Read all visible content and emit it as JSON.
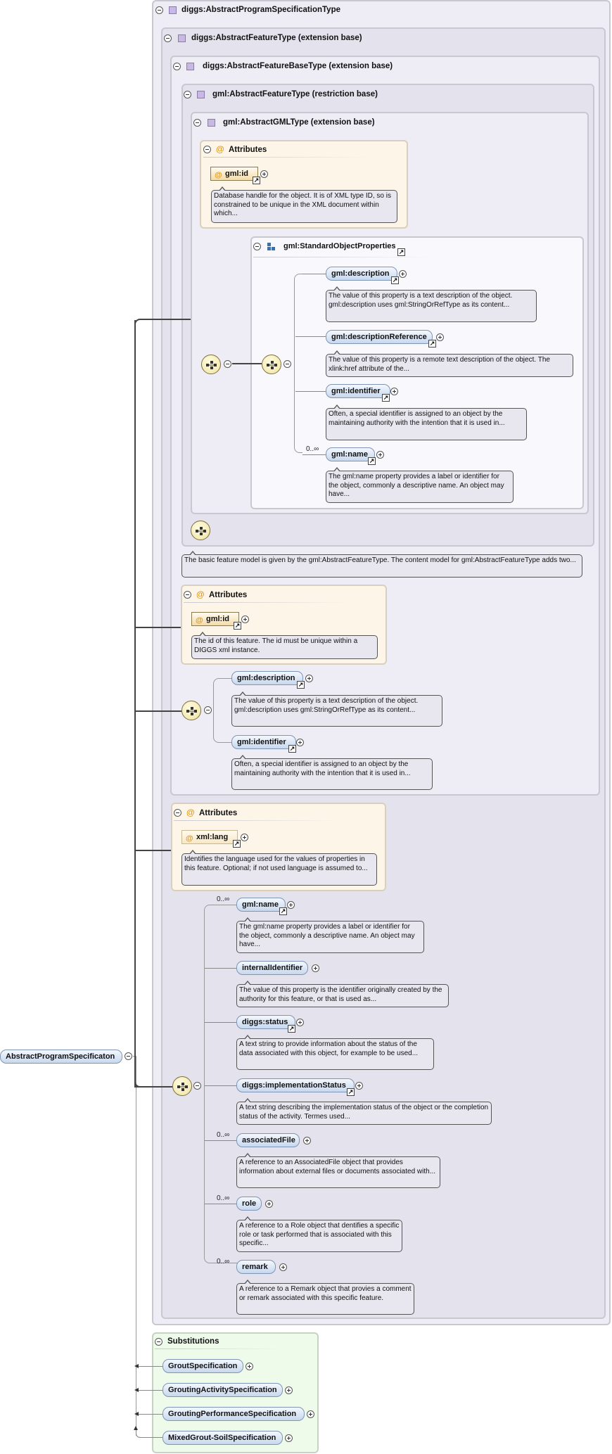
{
  "root": {
    "label": "AbstractProgramSpecificaton"
  },
  "types": {
    "t1": "diggs:AbstractProgramSpecificationType",
    "t2": "diggs:AbstractFeatureType (extension base)",
    "t3": "diggs:AbstractFeatureBaseType (extension base)",
    "t4": "gml:AbstractFeatureType (restriction base)",
    "t5": "gml:AbstractGMLType (extension base)"
  },
  "attributes_title": "Attributes",
  "gml_attrs": {
    "id_label": "gml:id",
    "id_doc": "Database handle for the object. It is of XML type ID, so is constrained to be unique in the XML document within which..."
  },
  "std_props": {
    "title": "gml:StandardObjectProperties",
    "items": [
      {
        "label": "gml:description",
        "doc": "The value of this property is a text description of the object. gml:description uses gml:StringOrRefType as its content..."
      },
      {
        "label": "gml:descriptionReference",
        "doc": "The value of this property is a remote text description of the object. The xlink:href attribute of the..."
      },
      {
        "label": "gml:identifier",
        "doc": "Often, a special identifier is assigned to an object by the maintaining authority with the intention that it is used in..."
      },
      {
        "label": "gml:name",
        "doc": "The gml:name property provides a label or identifier for the object, commonly a descriptive name. An object may have...",
        "card": "0..∞"
      }
    ]
  },
  "feature_doc": "The basic feature model is given by the gml:AbstractFeatureType. The content model for gml:AbstractFeatureType adds two...",
  "diggs_attrs": {
    "id_label": "gml:id",
    "id_doc": "The id of this feature. The id must be unique within a DIGGS xml instance."
  },
  "diggs_seq": [
    {
      "label": "gml:description",
      "doc": "The value of this property is a text description of the object. gml:description uses gml:StringOrRefType as its content..."
    },
    {
      "label": "gml:identifier",
      "doc": "Often, a special identifier is assigned to an object by the maintaining authority with the intention that it is used in..."
    }
  ],
  "lang_attrs": {
    "label": "xml:lang",
    "doc": "Identifies the language used for the values of properties in this feature. Optional; if not used language is assumed to..."
  },
  "main_seq": [
    {
      "label": "gml:name",
      "card": "0..∞",
      "doc": "The gml:name property provides a label or identifier for the object, commonly a descriptive name. An object may have..."
    },
    {
      "label": "internalIdentifier",
      "doc": "The value of this property is the identifier originally created by the authority for this feature, or that is used as..."
    },
    {
      "label": "diggs:status",
      "doc": "A text string to provide information about the status of the data associated with this object, for example to be used..."
    },
    {
      "label": "diggs:implementationStatus",
      "doc": "A text string describing the implementation status of the object or the completion status of the activity. Termes used..."
    },
    {
      "label": "associatedFile",
      "card": "0..∞",
      "doc": "A reference to an AssociatedFile object that provides information about external files or documents associated with..."
    },
    {
      "label": "role",
      "card": "0..∞",
      "doc": "A reference to a Role object that dentifies a specific role or task performed that is associated with this specific..."
    },
    {
      "label": "remark",
      "card": "0..∞",
      "doc": "A reference to a Remark object that provies a comment or remark associated with this specific feature."
    }
  ],
  "substitutions": {
    "title": "Substitutions",
    "items": [
      "GroutSpecification",
      "GroutingActivitySpecification",
      "GroutingPerformanceSpecification",
      "MixedGrout-SoilSpecification"
    ]
  }
}
